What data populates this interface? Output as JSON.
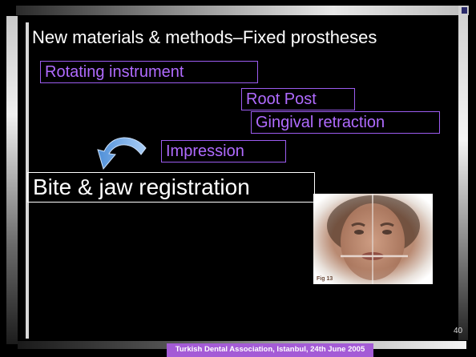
{
  "slide": {
    "title": "New materials & methods–Fixed prostheses",
    "items": [
      "Rotating instrument",
      "Root Post",
      "Gingival retraction",
      "Impression"
    ],
    "highlight": "Bite & jaw registration",
    "photo_caption": "Fig 13",
    "page_number": "40",
    "footer": "Turkish Dental Association, Istanbul, 24th June 2005"
  },
  "colors": {
    "background": "#000000",
    "item_text": "#b06bff",
    "item_border": "#9c5cf0",
    "footer_bg": "#a45bd6",
    "arrow": "#6fa8e8"
  }
}
